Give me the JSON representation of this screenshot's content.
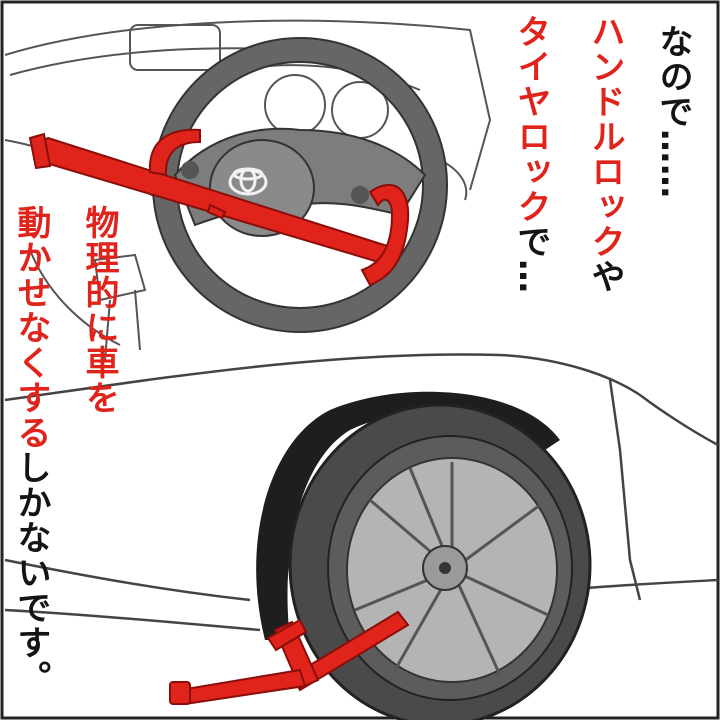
{
  "colors": {
    "text": "#141414",
    "accent_red": "#e0231b",
    "tire": "#4a4a4a",
    "rim": "#b4b4b4",
    "background": "#ffffff"
  },
  "icons": [
    "steering-wheel",
    "steering-wheel-lock",
    "tire",
    "wheel-rim",
    "tire-clamp",
    "car-dashboard",
    "car-logo"
  ],
  "caption": {
    "col1": "なので……",
    "col2_red": "ハンドルロック",
    "col2_tail": "や",
    "col3_red": "タイヤロック",
    "col3_tail": "で…",
    "col4_red": "物理的に車を",
    "col5_red": "動かせなくする",
    "col5_tail": "しかないです。"
  }
}
